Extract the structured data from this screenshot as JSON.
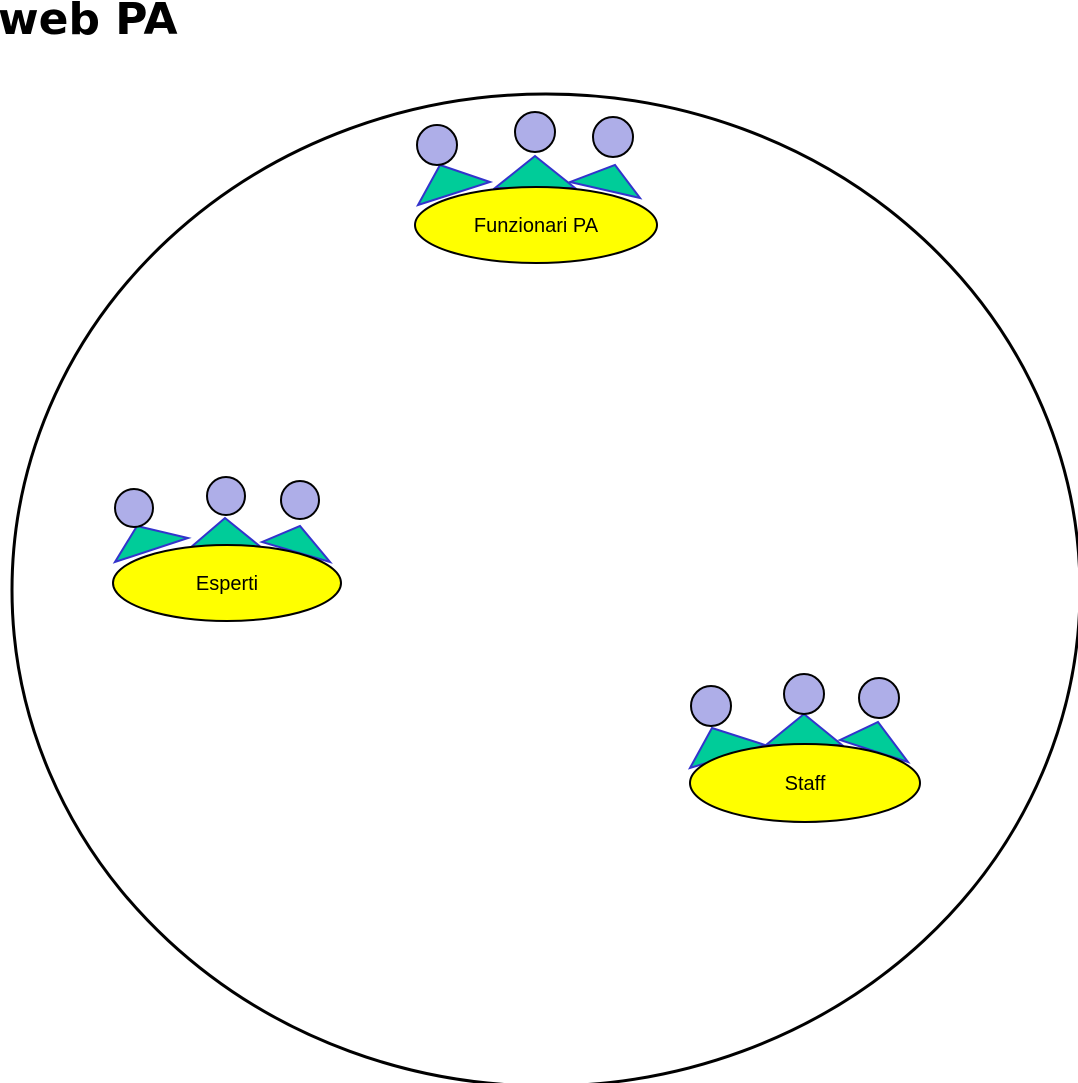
{
  "title": "web PA",
  "colors": {
    "circle_stroke": "#000000",
    "head_fill": "#aeaee8",
    "body_fill": "#00cc99",
    "body_stroke": "#3333cc",
    "ellipse_fill": "#ffff00",
    "ellipse_stroke": "#000000"
  },
  "groups": [
    {
      "id": "funzionari",
      "label": "Funzionari PA",
      "icon": "people-group-icon"
    },
    {
      "id": "esperti",
      "label": "Esperti",
      "icon": "people-group-icon"
    },
    {
      "id": "staff",
      "label": "Staff",
      "icon": "people-group-icon"
    }
  ]
}
